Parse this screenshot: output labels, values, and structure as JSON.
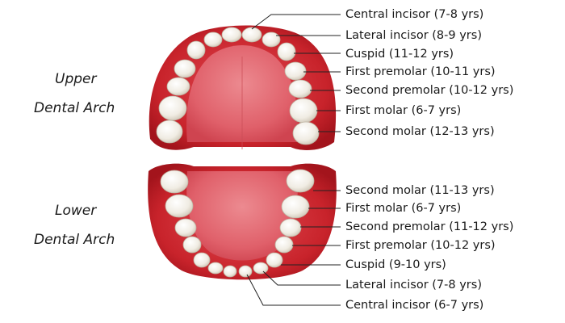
{
  "titles": {
    "upper": [
      "Upper",
      "Dental Arch"
    ],
    "lower": [
      "Lower",
      "Dental Arch"
    ]
  },
  "labels": {
    "upper": [
      "Central incisor (7-8 yrs)",
      "Lateral incisor (8-9 yrs)",
      "Cuspid (11-12 yrs)",
      "First premolar (10-11 yrs)",
      "Second premolar (10-12 yrs)",
      "First molar (6-7 yrs)",
      "Second molar (12-13 yrs)"
    ],
    "lower": [
      "Second molar (11-13 yrs)",
      "First molar (6-7 yrs)",
      "Second premolar (11-12 yrs)",
      "First premolar (10-12 yrs)",
      "Cuspid (9-10 yrs)",
      "Lateral incisor (7-8 yrs)",
      "Central incisor (6-7 yrs)"
    ]
  },
  "colors": {
    "gum": "#d0292f",
    "gum_dark": "#9b1118",
    "palate": "#e35f69",
    "tooth": "#f2efe8",
    "tooth_edge": "#bdb3a2",
    "leader": "#222222",
    "text": "#1a1a1a"
  }
}
